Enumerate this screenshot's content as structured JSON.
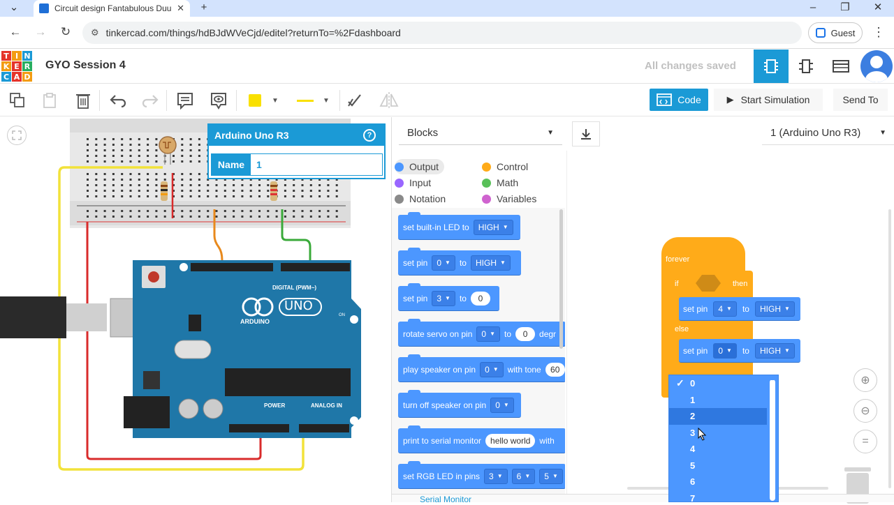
{
  "browser": {
    "tab_title": "Circuit design Fantabulous Duu",
    "new_tab": "+",
    "url": "tinkercad.com/things/hdBJdWVeCjd/editel?returnTo=%2Fdashboard",
    "profile_label": "Guest"
  },
  "app": {
    "logo_letters": [
      "T",
      "I",
      "N",
      "K",
      "E",
      "R",
      "C",
      "A",
      "D"
    ],
    "logo_colors": [
      "#e5332a",
      "#f39c12",
      "#1b9ad6",
      "#f39c12",
      "#e5332a",
      "#27ae60",
      "#1b9ad6",
      "#e5332a",
      "#f39c12"
    ],
    "project_title": "GYO Session 4",
    "save_status": "All changes saved",
    "accent": "#1b9ad6"
  },
  "toolbar": {
    "code_label": "Code",
    "simulate_label": "Start Simulation",
    "send_label": "Send To"
  },
  "inspector": {
    "title": "Arduino Uno R3",
    "help": "?",
    "name_label": "Name",
    "name_value": "1"
  },
  "board": {
    "logo_text": "UNO",
    "brand": "ARDUINO",
    "digital_label": "DIGITAL (PWM~)",
    "power_label": "POWER",
    "analog_label": "ANALOG IN",
    "on_label": "ON"
  },
  "code": {
    "mode": "Blocks",
    "device": "1 (Arduino Uno R3)",
    "categories": [
      {
        "label": "Output",
        "color": "#4c97ff"
      },
      {
        "label": "Control",
        "color": "#ffab19"
      },
      {
        "label": "Input",
        "color": "#9966ff"
      },
      {
        "label": "Math",
        "color": "#59c059"
      },
      {
        "label": "Notation",
        "color": "#8a8a8a"
      },
      {
        "label": "Variables",
        "color": "#cf63cf"
      }
    ],
    "palette": {
      "b1_text": "set built-in LED to",
      "b1_dd": "HIGH",
      "b2_text": "set pin",
      "b2_dd1": "0",
      "b2_to": "to",
      "b2_dd2": "HIGH",
      "b3_text": "set pin",
      "b3_dd": "3",
      "b3_to": "to",
      "b3_num": "0",
      "b4_text": "rotate servo on pin",
      "b4_dd": "0",
      "b4_to": "to",
      "b4_num": "0",
      "b4_tail": "degr",
      "b5_text": "play speaker on pin",
      "b5_dd": "0",
      "b5_tone": "with tone",
      "b5_num": "60",
      "b6_text": "turn off speaker on pin",
      "b6_dd": "0",
      "b7_text": "print to serial monitor",
      "b7_str": "hello world",
      "b7_tail": "with",
      "b8_text": "set RGB LED in pins",
      "b8_dd1": "3",
      "b8_dd2": "6",
      "b8_dd3": "5"
    },
    "script": {
      "forever": "forever",
      "if": "if",
      "then": "then",
      "else": "else",
      "s1_text": "set pin",
      "s1_pin": "4",
      "s1_to": "to",
      "s1_val": "HIGH",
      "s2_text": "set pin",
      "s2_pin": "0",
      "s2_to": "to",
      "s2_val": "HIGH"
    },
    "pin_dropdown": {
      "options": [
        "0",
        "1",
        "2",
        "3",
        "4",
        "5",
        "6",
        "7"
      ],
      "selected": "0",
      "highlighted": "2"
    },
    "serial_monitor": "Serial Monitor"
  }
}
